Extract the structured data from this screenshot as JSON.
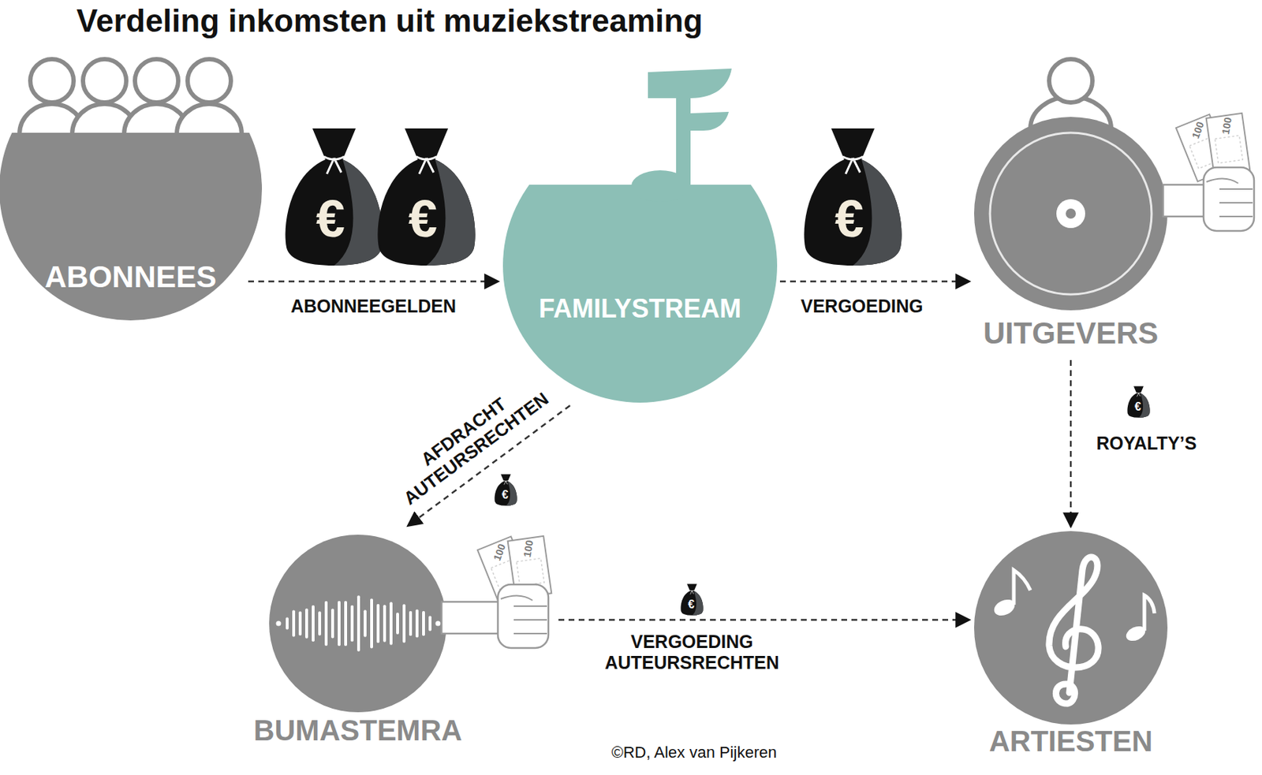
{
  "diagram": {
    "title": "Verdeling inkomsten uit muziekstreaming",
    "caption": "©RD, Alex van Pijkeren",
    "nodes": [
      {
        "text": [
          "ABONNEES"
        ]
      },
      {
        "text": [
          "FAMILYSTREAM"
        ]
      },
      {
        "text": [
          "UITGEVERS"
        ]
      },
      {
        "text": [
          "BUMASTEMRA"
        ]
      },
      {
        "text": [
          "ARTIESTEN"
        ]
      }
    ],
    "edges": [
      {
        "from": 0,
        "to": 1,
        "arrow": "to",
        "label": "ABONNEEGELDEN"
      },
      {
        "from": 1,
        "to": 2,
        "arrow": "to",
        "label": "VERGOEDING"
      },
      {
        "from": 1,
        "to": 3,
        "arrow": "to",
        "label": "AFDRACHT AUTEURSRECHTEN"
      },
      {
        "from": 2,
        "to": 4,
        "arrow": "to",
        "label": "ROYALTY’S"
      },
      {
        "from": 3,
        "to": 4,
        "arrow": "to",
        "label": "VERGOEDING AUTEURSRECHTEN"
      }
    ],
    "labels": [
      "€",
      "€",
      "€",
      "€",
      "€",
      "€",
      "100",
      "100",
      "100",
      "100"
    ]
  }
}
